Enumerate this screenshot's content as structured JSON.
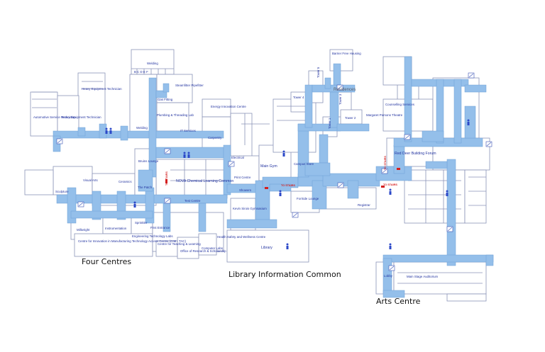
{
  "areas": {
    "four_centres": "Four Centres",
    "library_common": "Library Information Common",
    "arts_centre": "Arts Centre"
  },
  "labels": {
    "welding_top": "Welding",
    "welding_letters": "B  C  D  E  F",
    "heavy_equip_tech": "Heavy Equipment Technician",
    "heavy_equip_tech_2": "Heavy Equipment Technician",
    "automotive": "Automotive Service Technician",
    "steamfitter": "Steamfitter Pipefitter",
    "gas_fitting": "Gas Fitting",
    "plumbing": "Plumbing & Threading Lab",
    "welding_mid": "Welding",
    "it_services": "IT Services",
    "energy_innovation": "Energy Innovation Centre",
    "carpentry": "Carpentry",
    "electrical": "Electrical",
    "tower4": "Tower 4",
    "tower5": "Tower 5",
    "tower3": "Tower 3",
    "tower2": "Tower 2",
    "tower1": "Tower 1",
    "residences": "Residences",
    "barrier_free": "Barrier Free Housing",
    "counselling": "Counselling Services",
    "margaret_parsons": "Margaret Parsons Theatre",
    "red_deer_polytechnic": "Red Deer Building Forum",
    "campus_store": "Campus Store",
    "main_gym": "Main Gym",
    "bruins_lounge": "Bruins Lounge",
    "nova": "NOVA Chemical Learning Common",
    "visual_arts": "Visual Arts",
    "ceramics": "Ceramics",
    "sculpture": "Sculpture",
    "the_patch": "The Patch",
    "test_centre": "Test Centre",
    "print_centre": "Print Centre",
    "showers": "Showers",
    "kevin_sirois": "Kevin Sirois Gymnasium",
    "forside_lounge": "ForSide Lounge",
    "registrar": "Registrar",
    "millwright": "Millwright",
    "instrumentation": "Instrumentation",
    "sprinkler": "Sprinkler",
    "engineering_tech": "Engineering Technology Labs",
    "first_entrance": "First Entrance",
    "cfi": "Centre for Innovation in Manufacturing Technology Access Centre (CIM - TAC)",
    "teaching_learning": "Centre for Teaching & Learning",
    "research": "Office of Research & Scholarship",
    "computer_labs": "Computer Labs",
    "health_safety": "Health Safety and Wellness Centre",
    "library": "Library",
    "lobby": "Lobby",
    "main_stage": "Main Stage Auditorium",
    "red_tag_1": "TO STAIRS",
    "red_tag_2": "TO STAIRS",
    "red_tag_3": "TO STAIRS",
    "red_tag_4": "TO STAIRS"
  },
  "colors": {
    "hallway": "#94bfea",
    "walls": "#8b93b8",
    "labels": "#2233a0",
    "markers": "#2c49c8",
    "alert": "#d42020"
  },
  "icons": [
    "stairs-icon",
    "washroom-icon",
    "elevator-icon"
  ]
}
